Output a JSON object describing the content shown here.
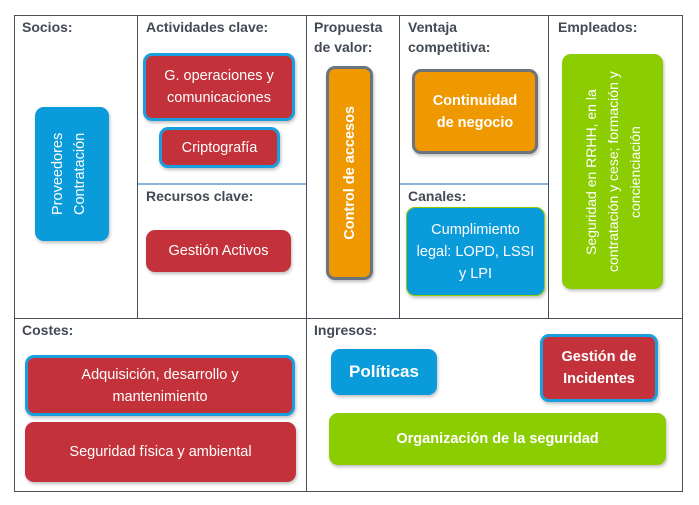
{
  "sections": {
    "socios": "Socios:",
    "actividades": "Actividades clave:",
    "recursos": "Recursos clave:",
    "propuesta": "Propuesta de valor:",
    "ventaja": "Ventaja competitiva:",
    "canales": "Canales:",
    "empleados": "Empleados:",
    "costes": "Costes:",
    "ingresos": "Ingresos:"
  },
  "boxes": {
    "proveedores": "Proveedores Contratación",
    "operaciones": "G. operaciones y comunicaciones",
    "criptografia": "Criptografía",
    "activos": "Gestión Activos",
    "accesos": "Control de accesos",
    "continuidad": "Continuidad de negocio",
    "cumplimiento": "Cumplimiento legal: LOPD, LSSI y LPI",
    "rrhh": "Seguridad en RRHH, en la contratación y cese; formación y concienciación",
    "adquisicion": "Adquisición, desarrollo y mantenimiento",
    "fisica": "Seguridad física y ambiental",
    "politicas": "Políticas",
    "incidentes": "Gestión de Incidentes",
    "organizacion": "Organización de la seguridad"
  },
  "colors": {
    "red": "#c3323b",
    "blue": "#0a9bdb",
    "orange": "#ef9800",
    "green": "#8bcd00"
  }
}
